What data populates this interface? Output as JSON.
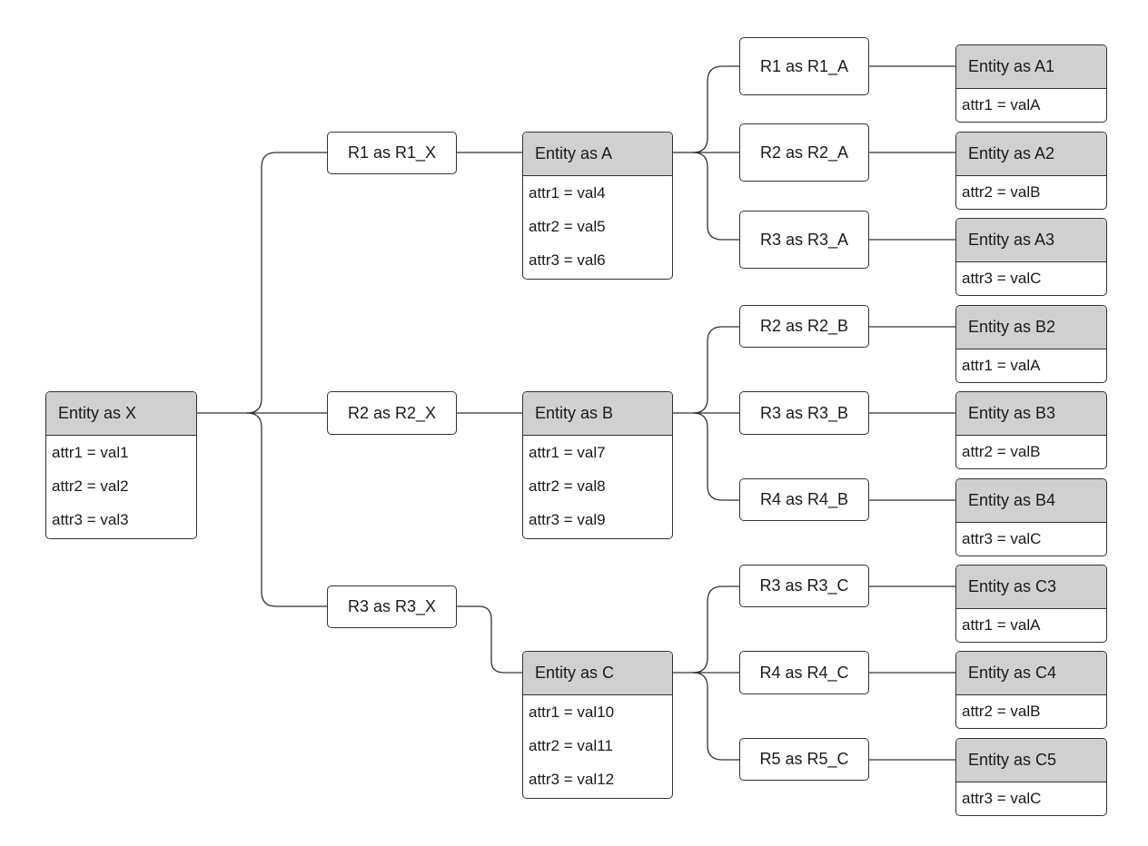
{
  "entities": {
    "x": {
      "title": "Entity as X",
      "attrs": [
        "attr1 = val1",
        "attr2 = val2",
        "attr3 = val3"
      ]
    },
    "a": {
      "title": "Entity as A",
      "attrs": [
        "attr1 = val4",
        "attr2 = val5",
        "attr3 = val6"
      ]
    },
    "b": {
      "title": "Entity as B",
      "attrs": [
        "attr1 = val7",
        "attr2 = val8",
        "attr3 = val9"
      ]
    },
    "c": {
      "title": "Entity as C",
      "attrs": [
        "attr1 = val10",
        "attr2 = val11",
        "attr3 = val12"
      ]
    },
    "a1": {
      "title": "Entity as A1",
      "attrs": [
        "attr1 = valA"
      ]
    },
    "a2": {
      "title": "Entity as A2",
      "attrs": [
        "attr2 = valB"
      ]
    },
    "a3": {
      "title": "Entity as A3",
      "attrs": [
        "attr3 = valC"
      ]
    },
    "b2": {
      "title": "Entity as B2",
      "attrs": [
        "attr1 = valA"
      ]
    },
    "b3": {
      "title": "Entity as B3",
      "attrs": [
        "attr2 = valB"
      ]
    },
    "b4": {
      "title": "Entity as B4",
      "attrs": [
        "attr3 = valC"
      ]
    },
    "c3": {
      "title": "Entity as C3",
      "attrs": [
        "attr1 = valA"
      ]
    },
    "c4": {
      "title": "Entity as C4",
      "attrs": [
        "attr2 = valB"
      ]
    },
    "c5": {
      "title": "Entity as C5",
      "attrs": [
        "attr3 = valC"
      ]
    }
  },
  "relations": {
    "r1x": "R1 as R1_X",
    "r2x": "R2 as R2_X",
    "r3x": "R3 as R3_X",
    "r1a": "R1 as R1_A",
    "r2a": "R2 as R2_A",
    "r3a": "R3 as R3_A",
    "r2b": "R2 as R2_B",
    "r3b": "R3 as R3_B",
    "r4b": "R4 as R4_B",
    "r3c": "R3 as R3_C",
    "r4c": "R4 as R4_C",
    "r5c": "R5 as R5_C"
  }
}
